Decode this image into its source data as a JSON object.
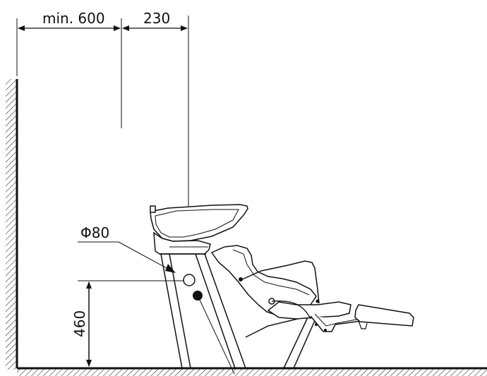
{
  "dimensions": {
    "min_clearance": "min. 600",
    "offset": "230",
    "height": "460",
    "diameter": "Φ80"
  },
  "colors": {
    "line": "#111111",
    "background": "#ffffff"
  }
}
